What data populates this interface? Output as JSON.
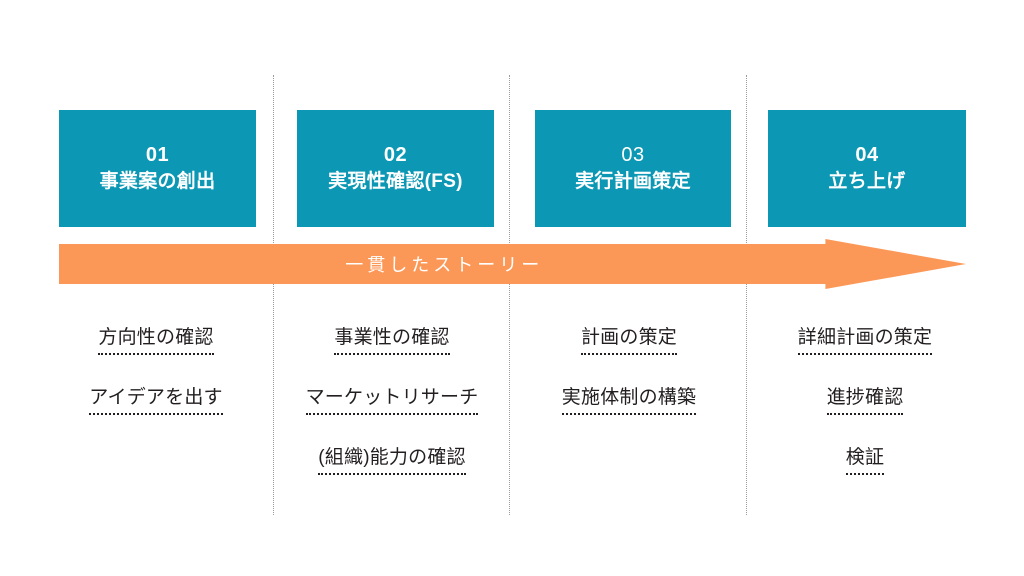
{
  "theme": {
    "stage_box_color": "#0C98B4",
    "arrow_color": "#FC9857",
    "text_color": "#231F20",
    "divider_color": "#9A9A9A",
    "background": "#FFFFFF"
  },
  "arrow": {
    "label": "一貫したストーリー",
    "icon": "right-arrow-banner"
  },
  "stages": [
    {
      "number": "01",
      "title": "事業案の創出",
      "number_weight": "bold",
      "tasks": [
        "方向性の確認",
        "アイデアを出す"
      ]
    },
    {
      "number": "02",
      "title": "実現性確認(FS)",
      "number_weight": "bold",
      "tasks": [
        "事業性の確認",
        "マーケットリサーチ",
        "(組織)能力の確認"
      ]
    },
    {
      "number": "03",
      "title": "実行計画策定",
      "number_weight": "regular",
      "tasks": [
        "計画の策定",
        "実施体制の構築"
      ]
    },
    {
      "number": "04",
      "title": "立ち上げ",
      "number_weight": "bold",
      "tasks": [
        "詳細計画の策定",
        "進捗確認",
        "検証"
      ]
    }
  ]
}
